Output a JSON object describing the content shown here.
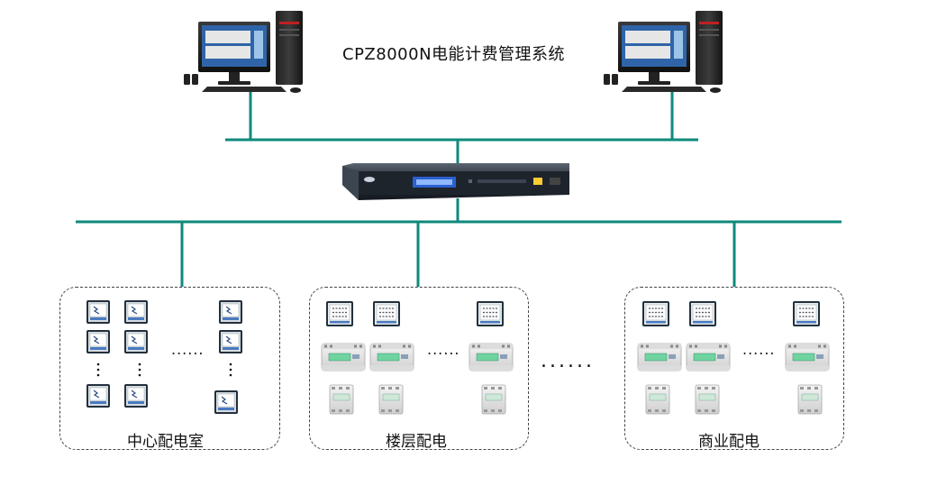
{
  "title": "CPZ8000N电能计费管理系统",
  "groups": [
    {
      "label": "中心配电室",
      "ellipsis": "......"
    },
    {
      "label": "楼层配电",
      "ellipsis": "......"
    },
    {
      "label": "商业配电",
      "ellipsis": "......"
    }
  ],
  "between_groups_ellipsis": "......",
  "colors": {
    "bus_line": "#0e8a7c",
    "border": "#444444"
  }
}
